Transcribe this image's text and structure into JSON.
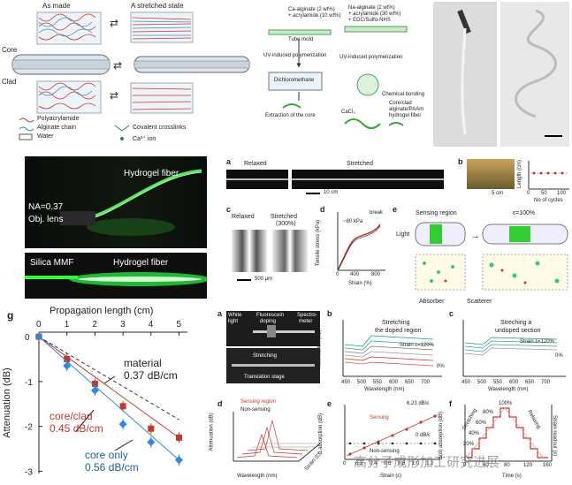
{
  "top": {
    "as_made": "As made",
    "stretched_state": "A stretched state",
    "core": "Core",
    "clad": "Clad",
    "legend": [
      "Polyacrylamide",
      "Alginate chain",
      "Water",
      "Covalent crosslinks",
      "Ca²⁺ ion"
    ],
    "flow_left": [
      "Ca-alginate (2 wt%)",
      "+ acrylamide (10 wt%)",
      "Tube mold",
      "UV-induced polymerization",
      "Dichloromethane",
      "Extraction of the core"
    ],
    "flow_right": [
      "Na-alginate (2 wt%)",
      "+ acrylamide (30 wt%)",
      "+ EDC/Sulfo-NHS",
      "UV-induced polymerization",
      "Chemical bonding",
      "CaCl₂",
      "Core/clad",
      "alginate/PAAm",
      "hydrogel fiber"
    ]
  },
  "photo_mid": {
    "na": "NA=0.37",
    "obj": "Obj. lens",
    "fiber": "Hydrogel fiber",
    "mmf": "Silica MMF",
    "fiber2": "Hydrogel fiber"
  },
  "panel_a1": {
    "label": "a",
    "relaxed": "Relaxed",
    "stretched": "Stretched",
    "scale": "10 cm"
  },
  "panel_b1": {
    "label": "b",
    "scale": "5 cm",
    "ylabel": "Length (cm)",
    "xlabel": "No of cycles",
    "xticks": [
      "0",
      "50",
      "100"
    ],
    "yticks": [
      "0",
      "5"
    ]
  },
  "panel_c1": {
    "label": "c",
    "relaxed": "Relaxed",
    "stretched": "Stretched",
    "pct": "(300%)",
    "scale": "500 μm"
  },
  "panel_d1": {
    "label": "d",
    "ylabel": "Tensile stress (kPa)",
    "xlabel": "Strain (%)",
    "note": "~80 kPa",
    "break": "break",
    "xticks": [
      "0",
      "400",
      "800"
    ],
    "yticks": [
      "0",
      "40",
      "80"
    ]
  },
  "panel_e1": {
    "label": "e",
    "sensing": "Sensing region",
    "eps": "ε=100%",
    "light": "Light",
    "absorber": "Absorber",
    "scatterer": "Scatterer"
  },
  "panel_g": {
    "label": "g",
    "title": "Propagation length (cm)",
    "ylabel": "Attenuation (dB)",
    "material": "material",
    "mat_val": "0.37 dB/cm",
    "cc": "core/clad",
    "cc_val": "0.45 dB/cm",
    "co": "core only",
    "co_val": "0.56 dB/cm",
    "xticks": [
      "0",
      "1",
      "2",
      "3",
      "4",
      "5"
    ],
    "yticks": [
      "0",
      "-1",
      "-2",
      "-3"
    ]
  },
  "chart_data": {
    "type": "scatter",
    "title": "Propagation length (cm)",
    "ylabel": "Attenuation (dB)",
    "xlim": [
      0,
      5.3
    ],
    "ylim": [
      -3.05,
      0.1
    ],
    "series": [
      {
        "name": "core/clad",
        "color": "#c0392b",
        "x": [
          0,
          1,
          2,
          3,
          4,
          5
        ],
        "y": [
          0,
          -0.5,
          -1.05,
          -1.55,
          -2.05,
          -2.25
        ]
      },
      {
        "name": "core only",
        "color": "#2e86de",
        "x": [
          0,
          1,
          2,
          3,
          4,
          5
        ],
        "y": [
          0,
          -0.65,
          -1.2,
          -1.95,
          -2.35,
          -2.75
        ]
      }
    ]
  },
  "panel_a2": {
    "label": "a",
    "white": "White",
    "light": "light",
    "fluor": "Fluorescein",
    "doping": "doping",
    "spectro": "Spectro-",
    "meter": "meter",
    "stretching": "Stretching",
    "stage": "Translation stage"
  },
  "panel_b2": {
    "label": "b",
    "ylabel": "Attenuation (dB)",
    "xlabel": "Wavelength (nm)",
    "title1": "Stretching",
    "title2": "the doped region",
    "strain": "Strain ε=120%",
    "zero": "0%",
    "xticks": [
      "450",
      "500",
      "550",
      "600",
      "650",
      "700"
    ]
  },
  "panel_c2": {
    "label": "c",
    "title1": "Streching a",
    "title2": "undoped section",
    "strain": "Strain ε=120%",
    "zero": "0%",
    "xlabel": "Wavelength (nm)",
    "xticks": [
      "450",
      "500",
      "550",
      "600",
      "650",
      "700"
    ]
  },
  "panel_d2": {
    "label": "d",
    "sensing": "Sensing region",
    "non": "Non-sensing",
    "ylabel": "Attenuation (dB)",
    "xlabel": "Wavelength (nm)",
    "strain": "Strain (ε)"
  },
  "panel_e2": {
    "label": "e",
    "ylabel": "Δ absorption (dB)",
    "xlabel": "Strain (ε)",
    "sens": "Sensing",
    "sval": "6.23 dB/ε",
    "nval": "0 dB/ε",
    "non": "Non-sensing",
    "xticks": [
      "0",
      "0.2",
      "0.4",
      "0.6",
      "0.8",
      "1.0",
      "1.2"
    ]
  },
  "panel_f2": {
    "label": "f",
    "ylabel": "Δ(d) absorption (dB)",
    "y2label": "Strain readout (ε)",
    "xlabel": "Time (s)",
    "p100": "100%",
    "p80": "80%",
    "p60": "60%",
    "p40": "40%",
    "p20": "20%",
    "stretch": "Stretching",
    "relax": "Relaxing",
    "xticks": [
      "0",
      "40",
      "80",
      "120",
      "160"
    ]
  },
  "watermark": "高分子成形加工研究进展"
}
